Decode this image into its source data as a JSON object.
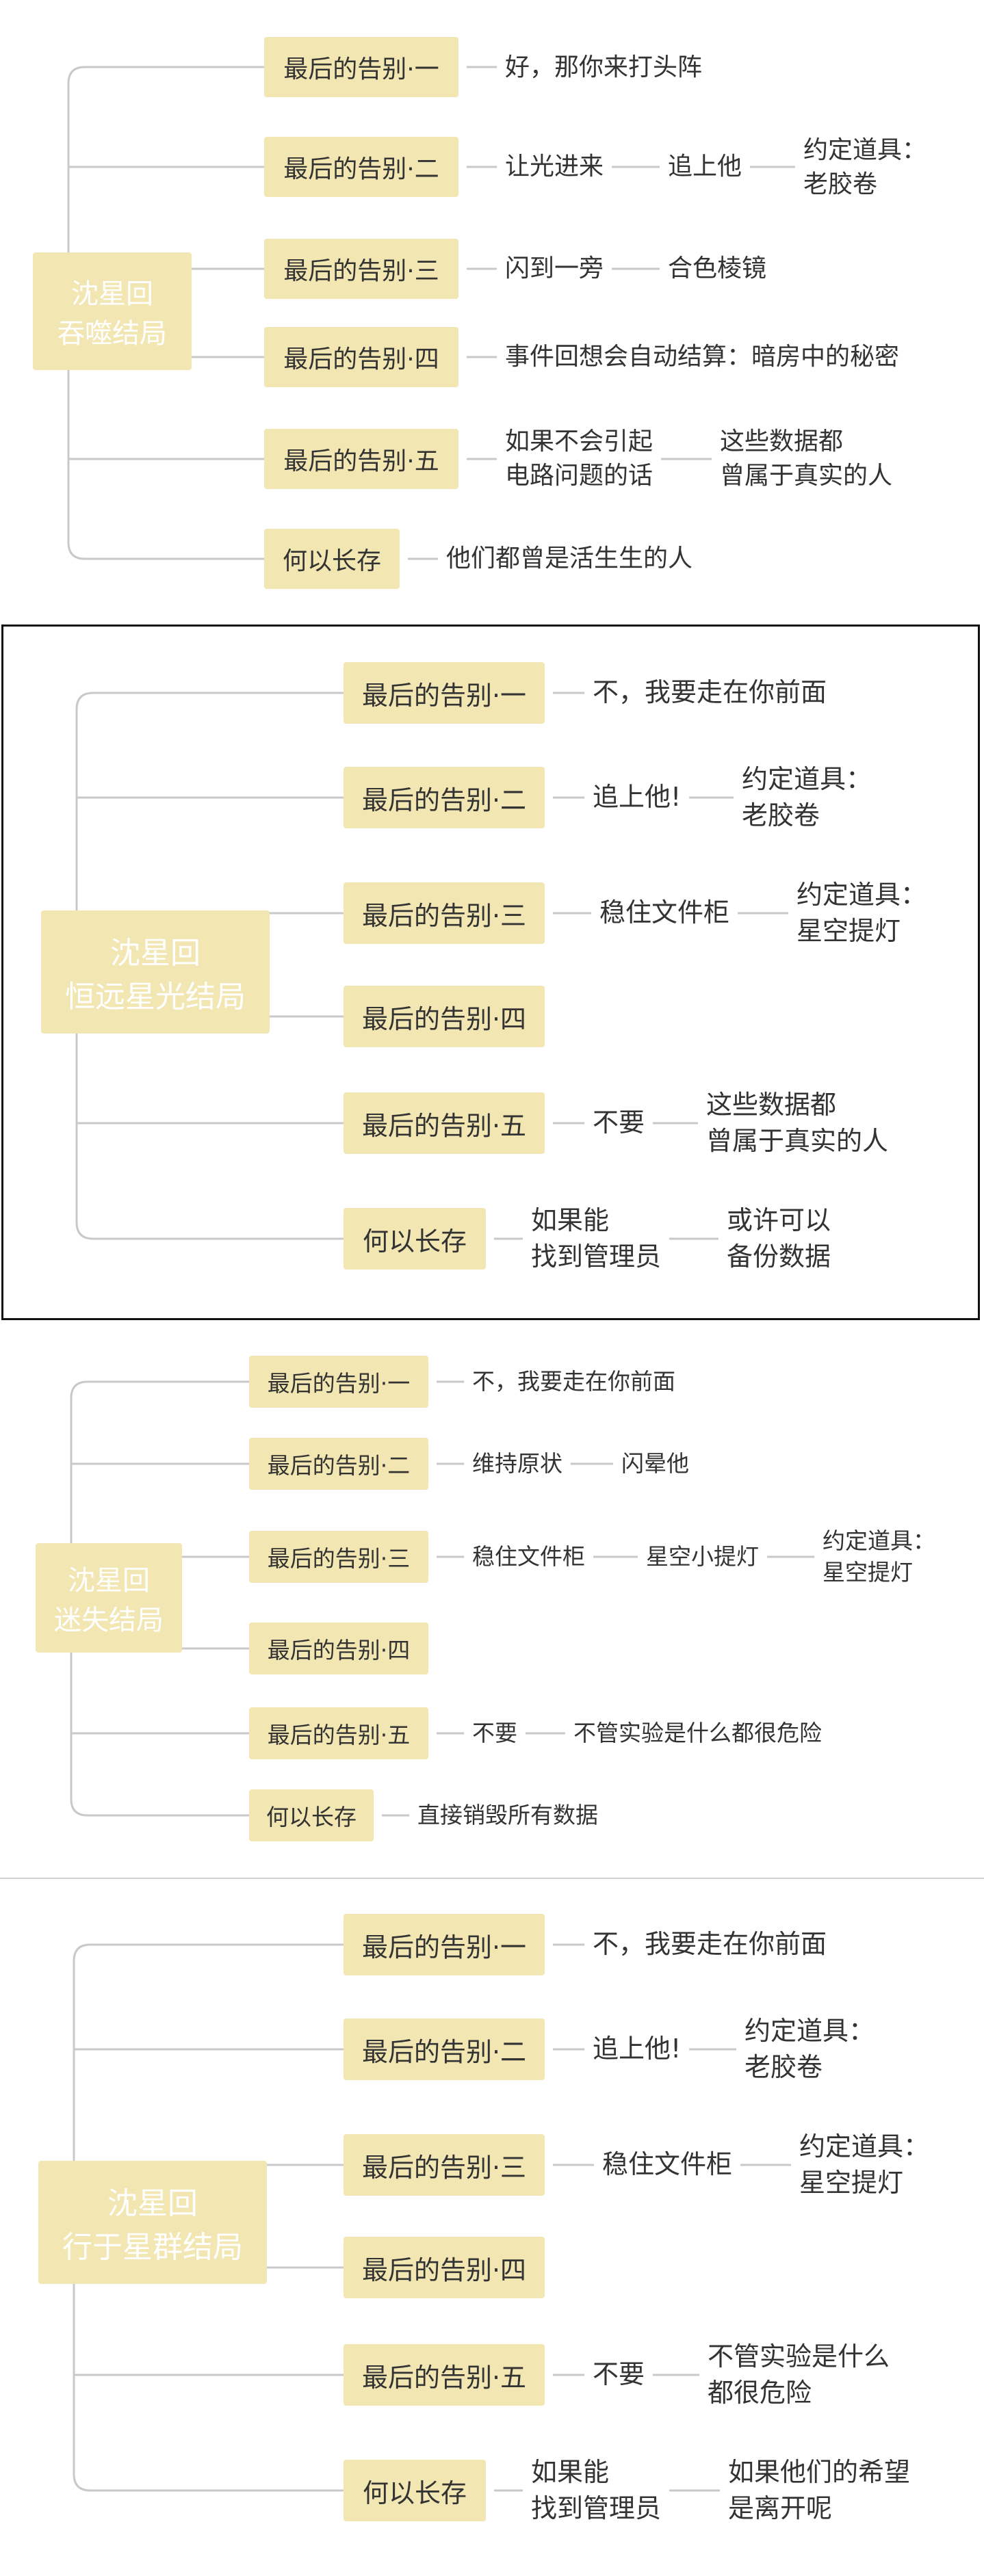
{
  "maps": [
    {
      "root": [
        "沈星回",
        "吞噬结局"
      ],
      "branches": [
        {
          "label": "最后的告别·一",
          "chain": [
            [
              "好，那你来打头阵"
            ]
          ]
        },
        {
          "label": "最后的告别·二",
          "chain": [
            [
              "让光进来"
            ],
            [
              "追上他"
            ],
            [
              "约定道具：",
              "老胶卷"
            ]
          ]
        },
        {
          "label": "最后的告别·三",
          "chain": [
            [
              "闪到一旁"
            ],
            [
              "合色棱镜"
            ]
          ]
        },
        {
          "label": "最后的告别·四",
          "chain": [
            [
              "事件回想会自动结算：暗房中的秘密"
            ]
          ]
        },
        {
          "label": "最后的告别·五",
          "chain": [
            [
              "如果不会引起",
              "电路问题的话"
            ],
            [
              "这些数据都",
              "曾属于真实的人"
            ]
          ]
        },
        {
          "label": "何以长存",
          "chain": [
            [
              "他们都曾是活生生的人"
            ]
          ]
        }
      ]
    },
    {
      "root": [
        "沈星回",
        "恒远星光结局"
      ],
      "branches": [
        {
          "label": "最后的告别·一",
          "chain": [
            [
              "不，我要走在你前面"
            ]
          ]
        },
        {
          "label": "最后的告别·二",
          "chain": [
            [
              "追上他!"
            ],
            [
              "约定道具：",
              "老胶卷"
            ]
          ]
        },
        {
          "label": "最后的告别·三",
          "chain": [
            [
              "稳住文件柜"
            ],
            [
              "约定道具：",
              "星空提灯"
            ]
          ]
        },
        {
          "label": "最后的告别·四",
          "chain": []
        },
        {
          "label": "最后的告别·五",
          "chain": [
            [
              "不要"
            ],
            [
              "这些数据都",
              "曾属于真实的人"
            ]
          ]
        },
        {
          "label": "何以长存",
          "chain": [
            [
              "如果能",
              "找到管理员"
            ],
            [
              "或许可以",
              "备份数据"
            ]
          ]
        }
      ]
    },
    {
      "root": [
        "沈星回",
        "迷失结局"
      ],
      "branches": [
        {
          "label": "最后的告别·一",
          "chain": [
            [
              "不，我要走在你前面"
            ]
          ]
        },
        {
          "label": "最后的告别·二",
          "chain": [
            [
              "维持原状"
            ],
            [
              "闪晕他"
            ]
          ]
        },
        {
          "label": "最后的告别·三",
          "chain": [
            [
              "稳住文件柜"
            ],
            [
              "星空小提灯"
            ],
            [
              "约定道具：",
              "星空提灯"
            ]
          ]
        },
        {
          "label": "最后的告别·四",
          "chain": []
        },
        {
          "label": "最后的告别·五",
          "chain": [
            [
              "不要"
            ],
            [
              "不管实验是什么都很危险"
            ]
          ]
        },
        {
          "label": "何以长存",
          "chain": [
            [
              "直接销毁所有数据"
            ]
          ]
        }
      ]
    },
    {
      "root": [
        "沈星回",
        "行于星群结局"
      ],
      "branches": [
        {
          "label": "最后的告别·一",
          "chain": [
            [
              "不，我要走在你前面"
            ]
          ]
        },
        {
          "label": "最后的告别·二",
          "chain": [
            [
              "追上他!"
            ],
            [
              "约定道具：",
              "老胶卷"
            ]
          ]
        },
        {
          "label": "最后的告别·三",
          "chain": [
            [
              "稳住文件柜"
            ],
            [
              "约定道具：",
              "星空提灯"
            ]
          ]
        },
        {
          "label": "最后的告别·四",
          "chain": []
        },
        {
          "label": "最后的告别·五",
          "chain": [
            [
              "不要"
            ],
            [
              "不管实验是什么",
              "都很危险"
            ]
          ]
        },
        {
          "label": "何以长存",
          "chain": [
            [
              "如果能",
              "找到管理员"
            ],
            [
              "如果他们的希望",
              "是离开呢"
            ]
          ]
        }
      ]
    }
  ],
  "colors": {
    "node_fill": "#f2e6b2",
    "root_text": "#ffffff",
    "text": "#333333",
    "connector": "#c9c9c9",
    "frame": "#111111"
  }
}
